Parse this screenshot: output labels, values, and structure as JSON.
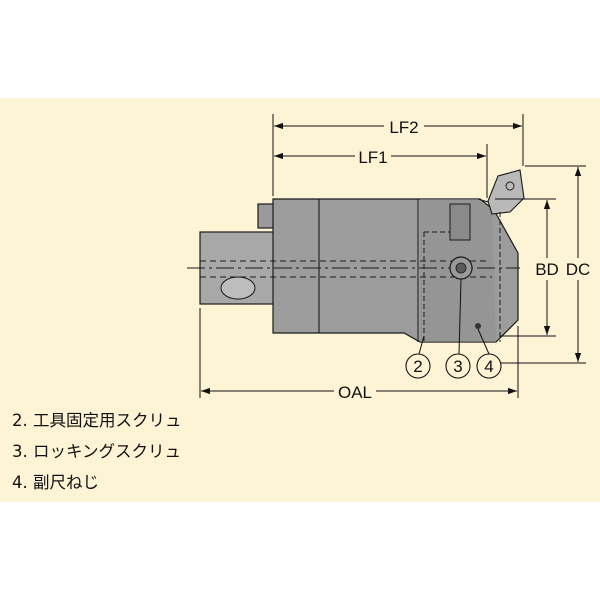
{
  "dimensions": {
    "lf2": "LF2",
    "lf1": "LF1",
    "bd": "BD",
    "dc": "DC",
    "oal": "OAL"
  },
  "callouts": [
    "2",
    "3",
    "4"
  ],
  "legend": [
    "2. 工具固定用スクリュ",
    "3. ロッキングスクリュ",
    "4. 副尺ねじ"
  ],
  "colors": {
    "background": "#fdf4d6",
    "body_fill": "#9c9c9c",
    "shank_fill": "#a8a8a8",
    "outline": "#1a1a1a"
  }
}
